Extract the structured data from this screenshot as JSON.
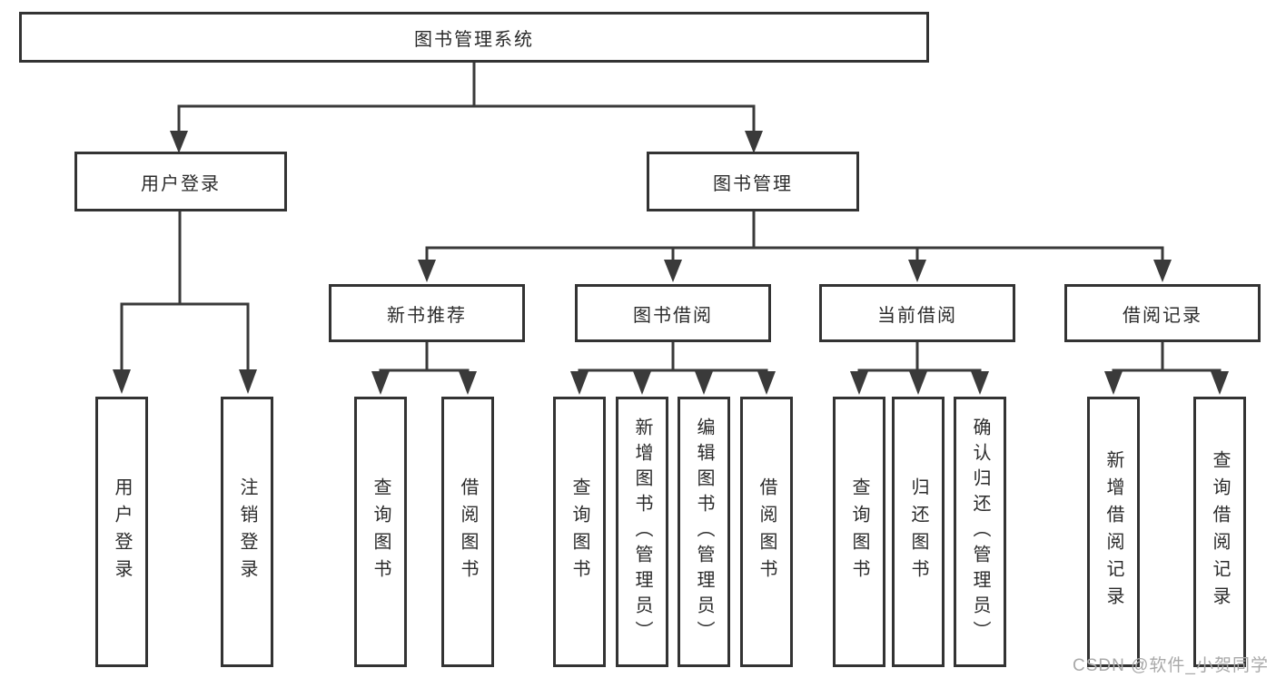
{
  "colors": {
    "line": "#3a3a3a",
    "box_border": "#333333",
    "text": "#2b2b2b",
    "watermark": "#a9a9a9",
    "background": "#ffffff"
  },
  "watermark": "CSDN @软件_小贺同学",
  "nodes": {
    "root": "图书管理系统",
    "user_login": "用户登录",
    "book_management": "图书管理",
    "new_book_recommendation": "新书推荐",
    "book_borrowing": "图书借阅",
    "current_borrowing": "当前借阅",
    "borrowing_records": "借阅记录",
    "ul_user_login": "用户登录",
    "ul_logout": "注销登录",
    "nbr_query_books": "查询图书",
    "nbr_borrow_books": "借阅图书",
    "bb_query_books": "查询图书",
    "bb_add_books": "新增图书（管理员）",
    "bb_edit_books": "编辑图书（管理员）",
    "bb_borrow_books": "借阅图书",
    "cb_query_books": "查询图书",
    "cb_return_books": "归还图书",
    "cb_confirm_return": "确认归还（管理员）",
    "br_add_record": "新增借阅记录",
    "br_query_record": "查询借阅记录"
  }
}
